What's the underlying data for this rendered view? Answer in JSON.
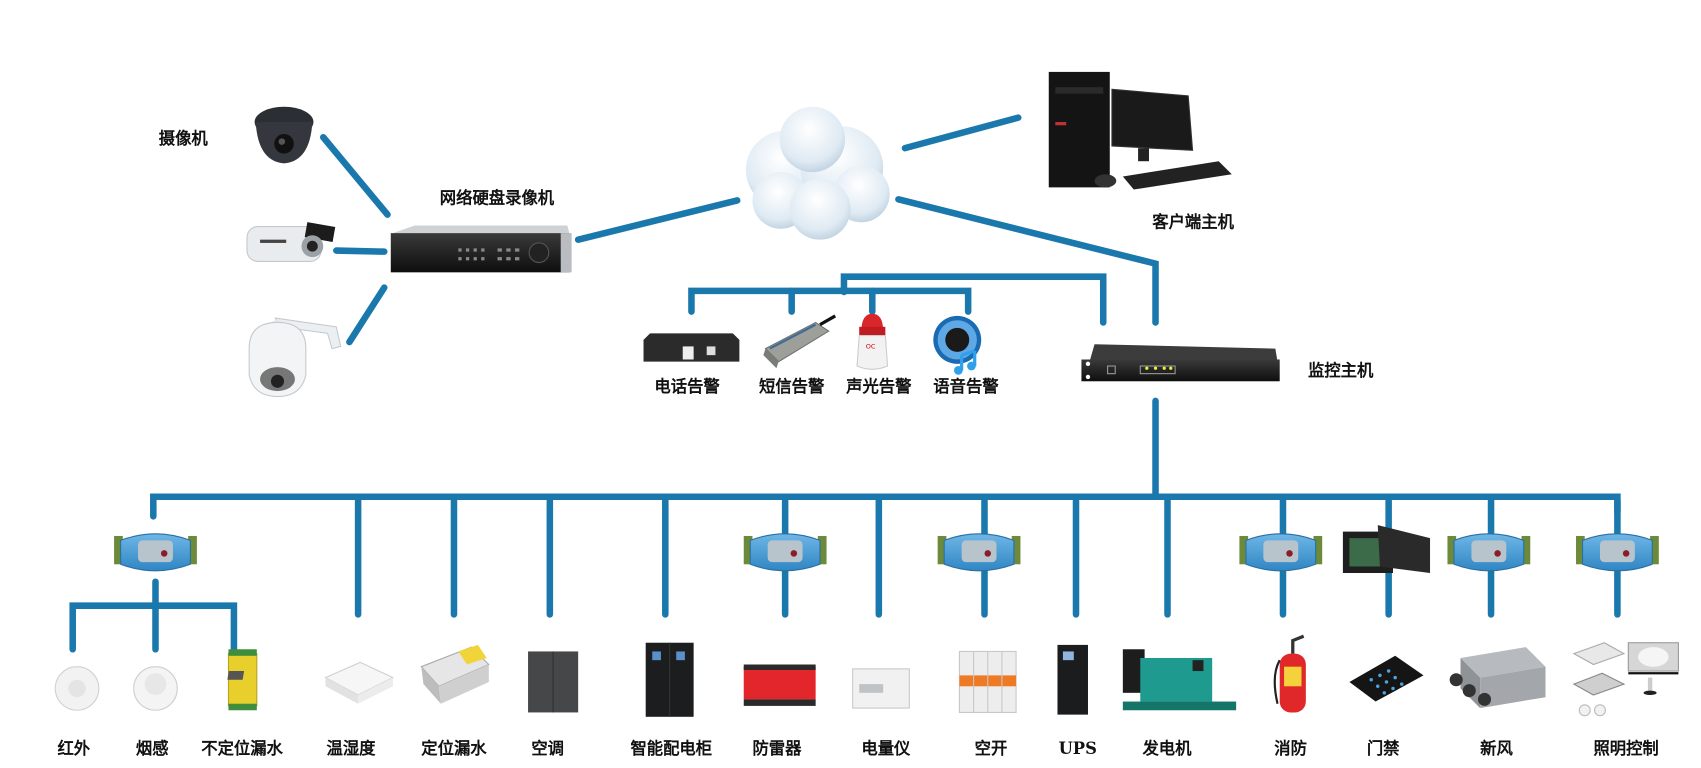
{
  "colors": {
    "wire": "#1a78ad",
    "background": "#ffffff"
  },
  "cameras": {
    "label": "摄像机",
    "items": [
      {
        "name": "dome-camera",
        "icon": "dome-camera-icon"
      },
      {
        "name": "bullet-camera",
        "icon": "bullet-camera-icon"
      },
      {
        "name": "ptz-camera",
        "icon": "ptz-camera-icon"
      }
    ]
  },
  "nvr": {
    "label": "网络硬盘录像机"
  },
  "cloud": {
    "icon": "cloud-icon"
  },
  "client": {
    "label": "客户端主机"
  },
  "monitor_host": {
    "label": "监控主机"
  },
  "alarms": [
    {
      "label": "电话告警",
      "icon": "phone-alarm-icon"
    },
    {
      "label": "短信告警",
      "icon": "sms-modem-icon"
    },
    {
      "label": "声光告警",
      "icon": "strobe-siren-icon"
    },
    {
      "label": "语音告警",
      "icon": "voice-speaker-icon"
    }
  ],
  "devices": [
    {
      "label": "红外"
    },
    {
      "label": "烟感"
    },
    {
      "label": "不定位漏水"
    },
    {
      "label": "温湿度"
    },
    {
      "label": "定位漏水"
    },
    {
      "label": "空调"
    },
    {
      "label": "智能配电柜"
    },
    {
      "label": "防雷器"
    },
    {
      "label": "电量仪"
    },
    {
      "label": "空开"
    },
    {
      "label": "UPS"
    },
    {
      "label": "发电机"
    },
    {
      "label": "消防"
    },
    {
      "label": "门禁"
    },
    {
      "label": "新风"
    },
    {
      "label": "照明控制"
    }
  ]
}
